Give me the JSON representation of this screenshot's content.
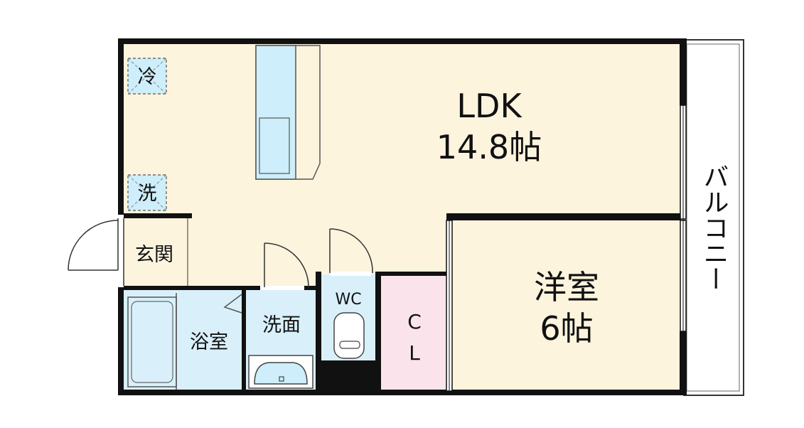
{
  "rooms": {
    "ldk": {
      "name": "LDK",
      "size": "14.8帖"
    },
    "western": {
      "name": "洋室",
      "size": "6帖"
    },
    "entrance": {
      "name": "玄関"
    },
    "bath": {
      "name": "浴室"
    },
    "washroom": {
      "name": "洗面"
    },
    "wc": {
      "name": "WC"
    },
    "closet": {
      "line1": "C",
      "line2": "L"
    },
    "balcony": {
      "name": "バルコニー"
    }
  },
  "marks": {
    "fridge": "冷",
    "washer": "洗"
  },
  "colors": {
    "living_floor": "#fdf4de",
    "wet_area": "#d9f0fb",
    "closet": "#fbe3ec",
    "fixture": "#cdeefa",
    "wall": "#111111"
  }
}
